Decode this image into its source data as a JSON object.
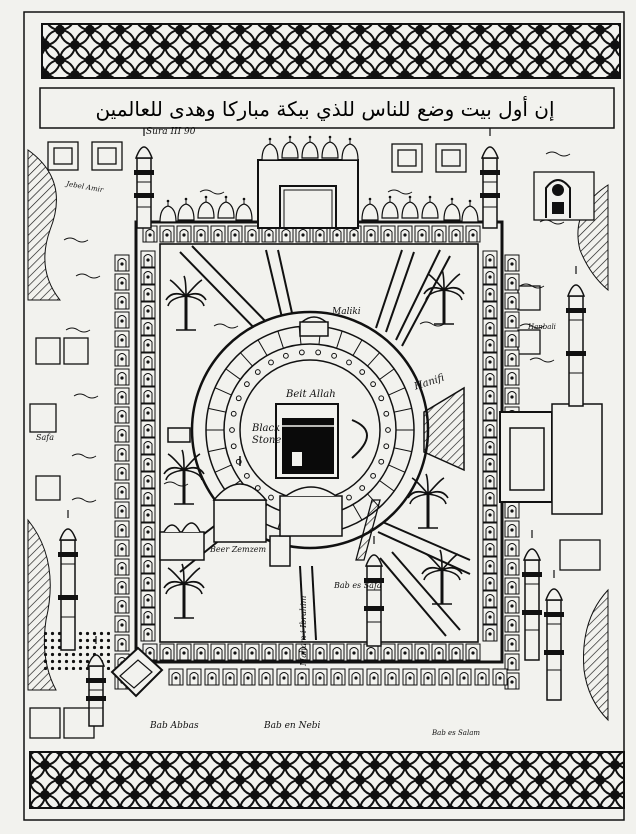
{
  "inscription": {
    "arabic": "إن أول بيت وضع للناس للذي ببكة مباركا وهدى للعالمين",
    "reference": "Sura III 90"
  },
  "labels": {
    "beit_allah": "Beit Allah",
    "black_stone_1": "Black",
    "black_stone_2": "Stone",
    "maliki": "Maliki",
    "hanifi": "Hanifi",
    "beer_zemzem": "Beer Zemzem",
    "bab_es_safa": "Bab es Safa",
    "mahamy_ibrahim": "Maham i Ibrahim",
    "bab_abbas": "Bab Abbas",
    "bab_en_nebi": "Bab en Nebi",
    "bab_es_salam": "Bab es Salam",
    "safa": "Safa",
    "jebel_amir": "Jebel Amir",
    "hanbali": "Hanbali"
  },
  "colors": {
    "ink": "#111111",
    "paper": "#f2f2ee",
    "kaaba": "#0a0a0a"
  },
  "icons": [
    "minaret-icon",
    "dome-icon",
    "palm-tree-icon",
    "arch-icon",
    "kaaba-icon"
  ]
}
